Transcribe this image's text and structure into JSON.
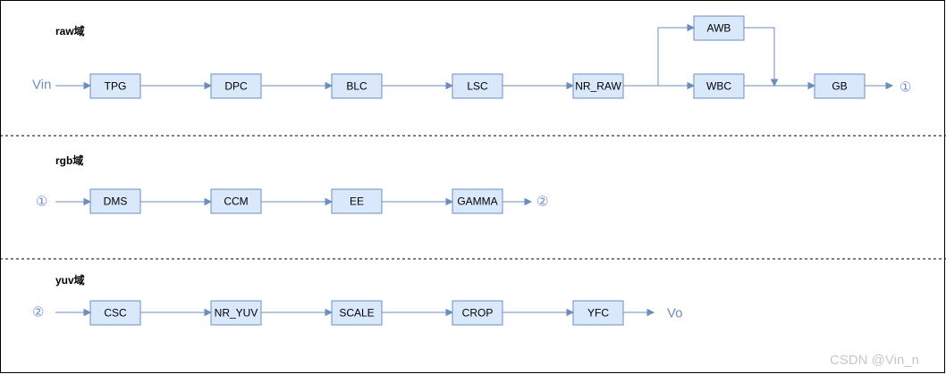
{
  "diagram": {
    "sections": [
      {
        "id": "raw",
        "label": "raw域",
        "input_label": "Vin",
        "output_label": "①",
        "blocks": [
          "TPG",
          "DPC",
          "BLC",
          "LSC",
          "NR_RAW",
          "AWB",
          "WBC",
          "GB"
        ]
      },
      {
        "id": "rgb",
        "label": "rgb域",
        "input_label": "①",
        "output_label": "②",
        "blocks": [
          "DMS",
          "CCM",
          "EE",
          "GAMMA"
        ]
      },
      {
        "id": "yuv",
        "label": "yuv域",
        "input_label": "②",
        "output_label": "Vo",
        "blocks": [
          "CSC",
          "NR_YUV",
          "SCALE",
          "CROP",
          "YFC"
        ]
      }
    ],
    "colors": {
      "block_fill": "#dae8fc",
      "block_stroke": "#6c8ebf",
      "connector": "#6c8ebf"
    }
  },
  "watermark": "CSDN @Vin_n"
}
